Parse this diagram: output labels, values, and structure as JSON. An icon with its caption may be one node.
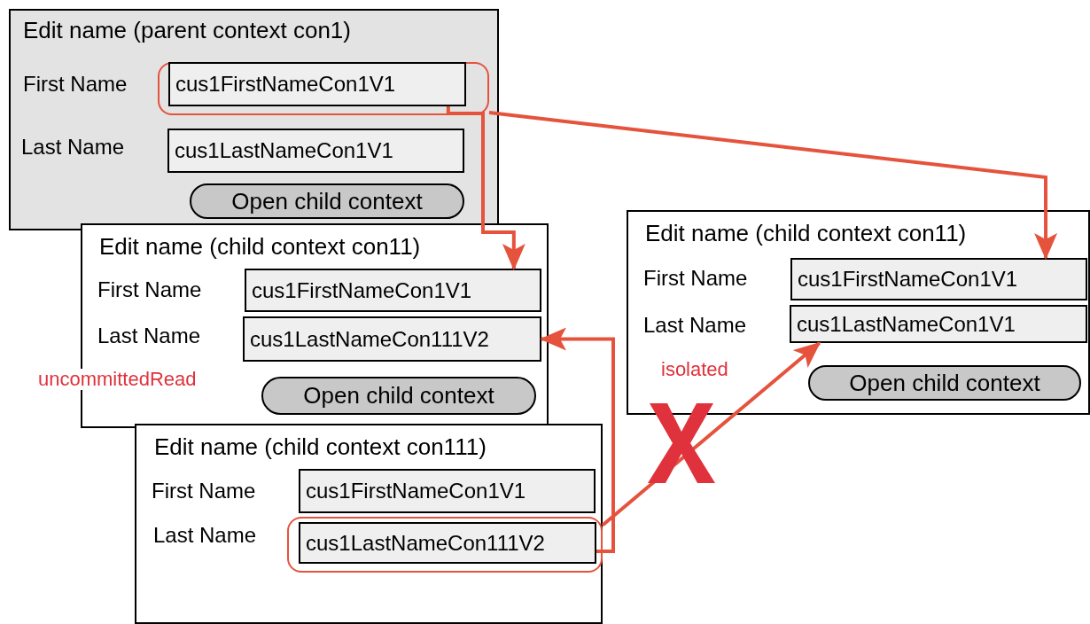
{
  "diagram": {
    "nodes": [
      {
        "text": [
          "Edit name (parent context con1)"
        ]
      },
      {
        "text": [],
        "shape": "box",
        "in": 0
      },
      {
        "text": [
          "cus1FirstNameCon1V1"
        ],
        "beside": [
          "First Name"
        ],
        "in": 1
      },
      {
        "text": [
          "cus1LastNameCon1V1"
        ],
        "beside": [
          "Last Name"
        ],
        "in": 0
      },
      {
        "text": [
          "Open child context"
        ],
        "in": 0
      },
      {
        "text": [
          "Edit name (child context con11)"
        ]
      },
      {
        "text": [
          "cus1FirstNameCon1V1"
        ],
        "beside": [
          "First Name"
        ],
        "in": 5
      },
      {
        "text": [
          "cus1LastNameCon111V2"
        ],
        "beside": [
          "Last Name"
        ],
        "in": 5
      },
      {
        "text": [
          "Open child context"
        ],
        "in": 5
      },
      {
        "text": [
          "Edit name (child context con111)"
        ]
      },
      {
        "text": [
          "cus1FirstNameCon1V1"
        ],
        "beside": [
          "First Name"
        ],
        "in": 9
      },
      {
        "text": [],
        "shape": "box",
        "in": 9
      },
      {
        "text": [
          "cus1LastNameCon111V2"
        ],
        "beside": [
          "Last Name"
        ],
        "in": 11
      },
      {
        "text": [
          "Edit name (child context con11)"
        ]
      },
      {
        "text": [
          "cus1FirstNameCon1V1"
        ],
        "beside": [
          "First Name"
        ],
        "in": 13
      },
      {
        "text": [
          "cus1LastNameCon1V1"
        ],
        "beside": [
          "Last Name"
        ],
        "in": 13
      },
      {
        "text": [
          "Open child context"
        ],
        "in": 13
      }
    ],
    "edges": [
      {
        "from": 2,
        "to": 6,
        "arrow": "to"
      },
      {
        "from": 1,
        "to": 14,
        "arrow": "to"
      },
      {
        "from": 12,
        "to": 7,
        "arrow": "to"
      },
      {
        "from": 11,
        "to": 15,
        "arrow": "to",
        "label": "isolated"
      }
    ],
    "labels": [
      "uncommittedRead"
    ]
  }
}
